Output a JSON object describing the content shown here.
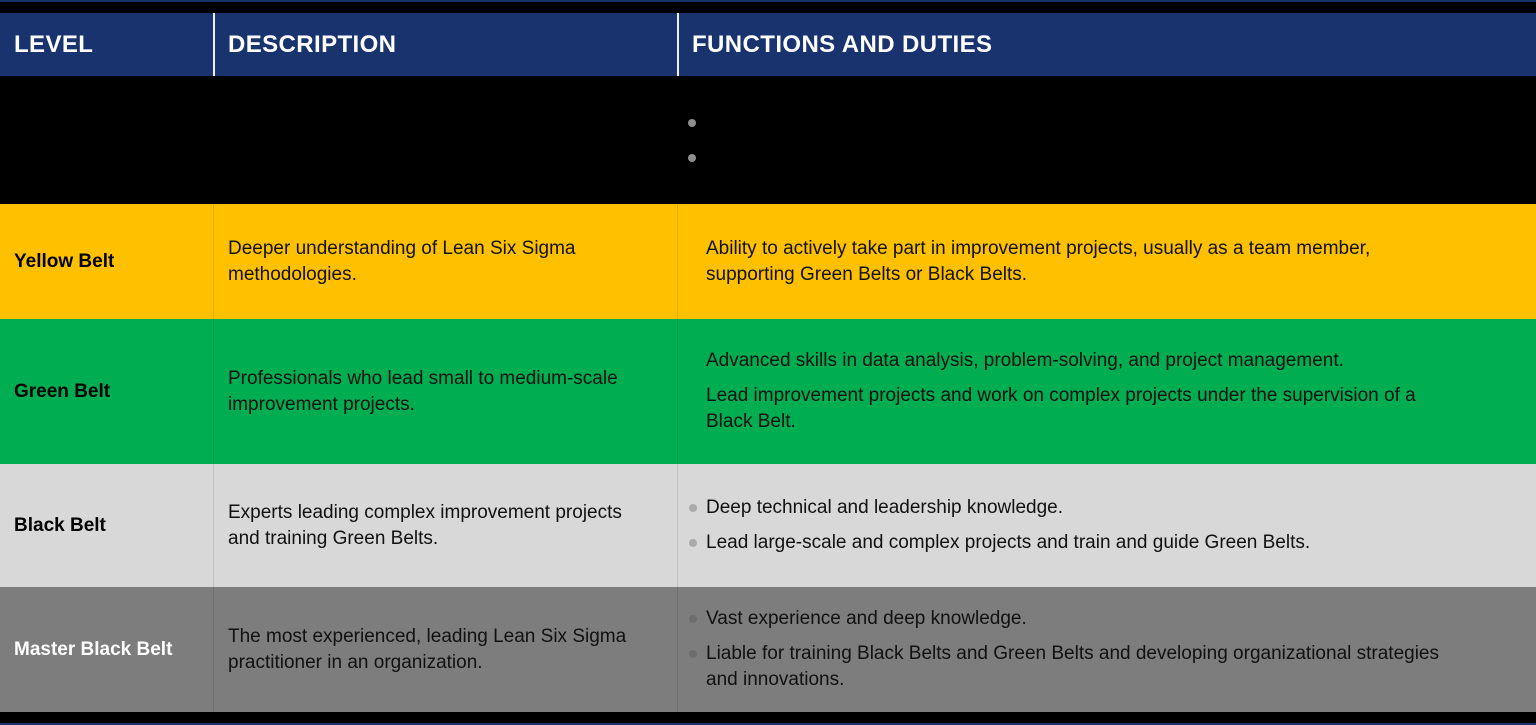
{
  "table": {
    "header": {
      "bg": "#19336e",
      "text_color": "#ffffff",
      "columns": [
        "LEVEL",
        "DESCRIPTION",
        "FUNCTIONS AND DUTIES"
      ]
    },
    "frame": {
      "bar_color": "#000000",
      "edge_line_color": "#19336e",
      "header_divider_color": "#ffffff"
    },
    "rows": [
      {
        "id": "hidden-belt",
        "bg": "#000000",
        "text_color": "#000000",
        "level_color": "#000000",
        "bullet_color": "#8f8f8f",
        "divider": false,
        "level": "",
        "description": "",
        "functions": [
          {
            "bullet": true,
            "text": ""
          },
          {
            "bullet": true,
            "text": ""
          }
        ]
      },
      {
        "id": "yellow-belt",
        "bg": "#ffc000",
        "text_color": "#111111",
        "level_color": "#000000",
        "bullet_color": "#8f8f8f",
        "divider": true,
        "level": "Yellow Belt",
        "description": "Deeper understanding of Lean Six Sigma\nmethodologies.",
        "functions": [
          {
            "bullet": false,
            "text": "Ability to actively take part in improvement projects, usually as a team member,\nsupporting Green Belts or Black Belts."
          }
        ]
      },
      {
        "id": "green-belt",
        "bg": "#00ad51",
        "text_color": "#111111",
        "level_color": "#000000",
        "bullet_color": "#8f8f8f",
        "divider": true,
        "level": "Green Belt",
        "description": "Professionals who lead small to medium-scale\nimprovement projects.",
        "functions": [
          {
            "bullet": false,
            "text": "Advanced skills in data analysis, problem-solving, and project management."
          },
          {
            "bullet": false,
            "text": "Lead improvement projects and work on complex projects under the supervision of a\nBlack Belt."
          }
        ]
      },
      {
        "id": "black-belt",
        "bg": "#d8d8d8",
        "text_color": "#111111",
        "level_color": "#000000",
        "bullet_color": "#aaaaaa",
        "divider": true,
        "level": "Black Belt",
        "description": "Experts leading complex improvement projects\nand training Green Belts.",
        "functions": [
          {
            "bullet": true,
            "text": "Deep technical and leadership knowledge."
          },
          {
            "bullet": true,
            "text": "Lead large-scale and complex projects and train and guide Green Belts."
          }
        ]
      },
      {
        "id": "master-black-belt",
        "bg": "#7d7d7d",
        "text_color": "#111111",
        "level_color": "#ffffff",
        "bullet_color": "#6d6d6d",
        "divider": true,
        "level": "Master Black Belt",
        "description": "The most experienced, leading Lean Six Sigma\npractitioner in an organization.",
        "functions": [
          {
            "bullet": true,
            "text": "Vast experience and deep knowledge."
          },
          {
            "bullet": true,
            "text": "Liable for training Black Belts and Green Belts and developing organizational strategies\nand innovations."
          }
        ]
      }
    ]
  }
}
